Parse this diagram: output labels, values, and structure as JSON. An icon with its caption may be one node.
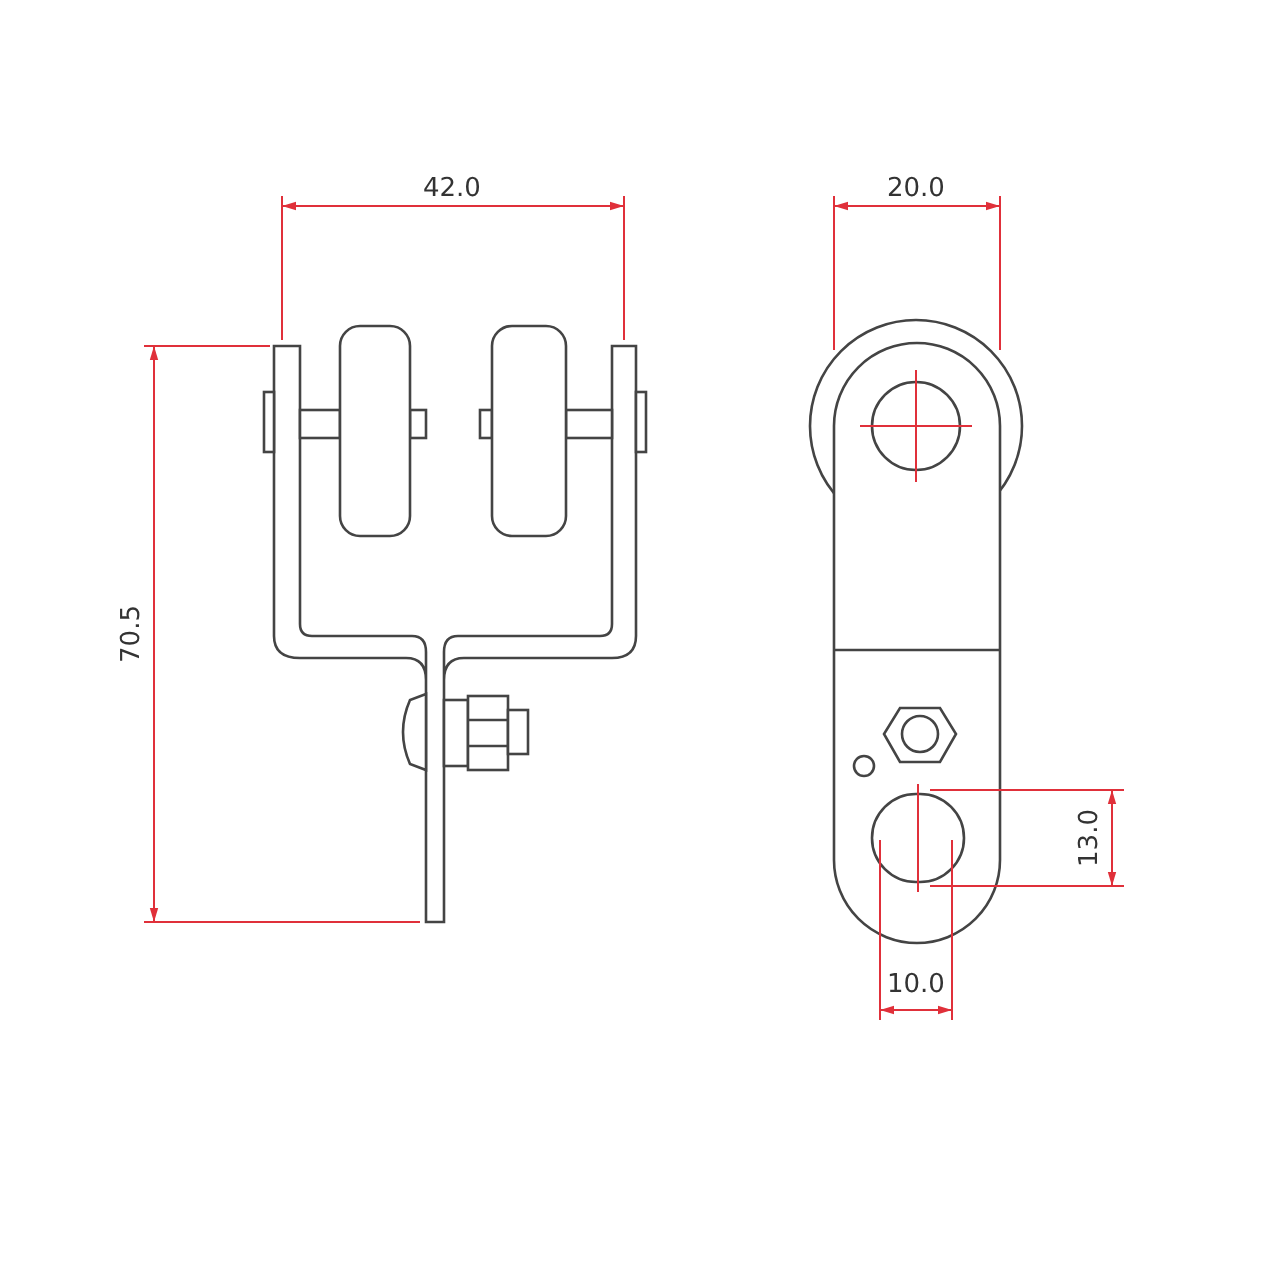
{
  "diagram": {
    "labels": [
      "42.0",
      "20.0",
      "70.5",
      "13.0",
      "10.0"
    ]
  }
}
